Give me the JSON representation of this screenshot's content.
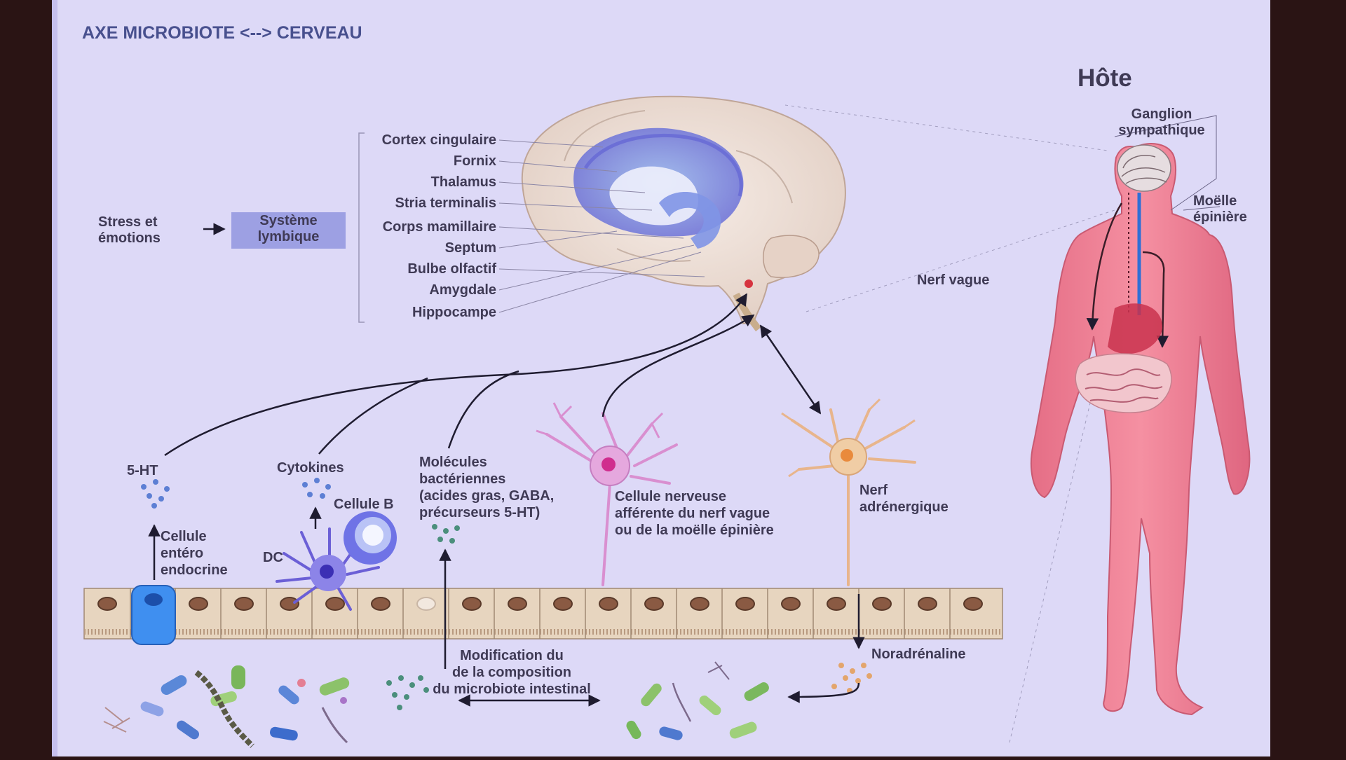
{
  "title": "AXE MICROBIOTE <--> CERVEAU",
  "host_label": "Hôte",
  "stress_label": "Stress et\némotions",
  "limbic_box_label": "Système\nlymbique",
  "brain_structures": [
    "Cortex cingulaire",
    "Fornix",
    "Thalamus",
    "Stria terminalis",
    "Corps mamillaire",
    "Septum",
    "Bulbe olfactif",
    "Amygdale",
    "Hippocampe"
  ],
  "body_labels": {
    "ganglion": "Ganglion\nsympathique",
    "moelle": "Moëlle\népinière",
    "nerf_vague": "Nerf vague"
  },
  "gut_labels": {
    "five_ht": "5-HT",
    "cytokines": "Cytokines",
    "cellule_b": "Cellule B",
    "cellule_entero": "Cellule\nentéro\nendocrine",
    "dc": "DC",
    "molecules": "Molécules\nbactériennes\n(acides gras, GABA,\nprécurseurs 5-HT)",
    "cellule_nerveuse": "Cellule nerveuse\nafférente du nerf vague\nou de la moëlle épinière",
    "nerf_adrenergique": "Nerf\nadrénergique",
    "noradrenaline": "Noradrénaline",
    "modification": "Modification du\nde la composition\ndu microbiote intestinal"
  },
  "colors": {
    "slide_bg": "#ddd9f7",
    "text": "#3f3a55",
    "title": "#48508e",
    "limbic_box": "#9da0e3",
    "body": "#ee8296",
    "brain": "#eedfd6",
    "enterocyte": "#e7d5bf",
    "neuron_magenta": "#d98fd0",
    "neuron_orange": "#e8b58c"
  }
}
